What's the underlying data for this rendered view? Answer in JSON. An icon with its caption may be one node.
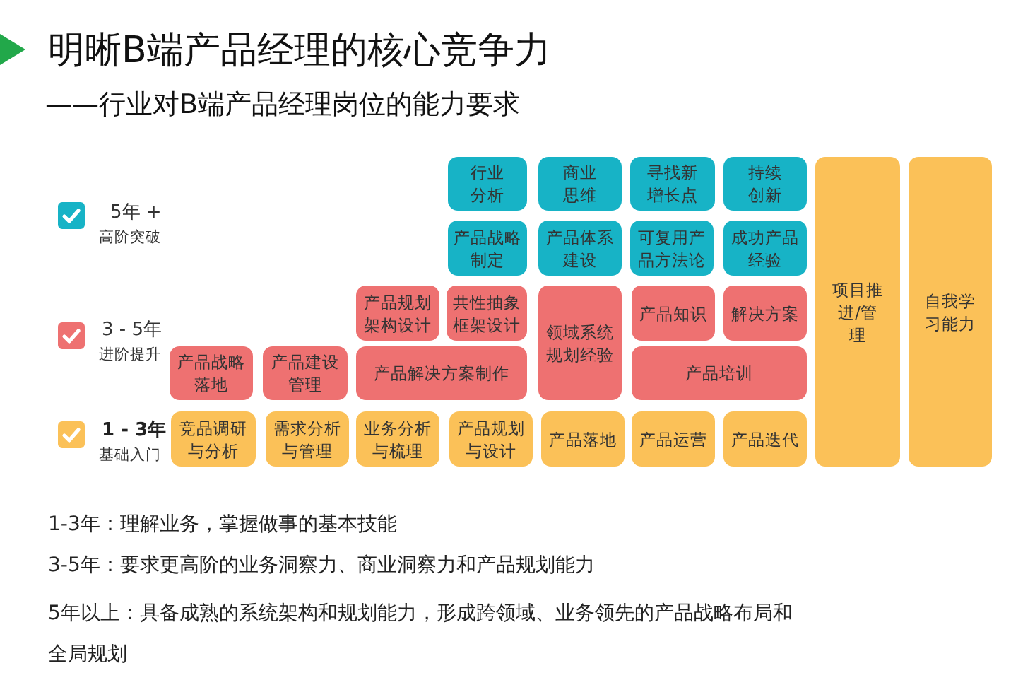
{
  "diagram": {
    "title": "明晰B端产品经理的核心竞争力",
    "nodes": [
      {
        "text": [
          "行业分析"
        ]
      },
      {
        "text": [
          "商业思维"
        ]
      },
      {
        "text": [
          "寻找新增长点"
        ]
      },
      {
        "text": [
          "持续创新"
        ]
      },
      {
        "text": [
          "项目推进/管理"
        ]
      },
      {
        "text": [
          "自我学习能力"
        ]
      },
      {
        "text": [
          "产品战略制定"
        ]
      },
      {
        "text": [
          "产品体系建设"
        ]
      },
      {
        "text": [
          "可复用产品方法论"
        ]
      },
      {
        "text": [
          "成功产品经验"
        ]
      },
      {
        "text": [
          "产品规划架构设计"
        ]
      },
      {
        "text": [
          "共性抽象框架设计"
        ]
      },
      {
        "text": [
          "领域系统规划经验"
        ]
      },
      {
        "text": [
          "产品知识"
        ]
      },
      {
        "text": [
          "解决方案"
        ]
      },
      {
        "text": [
          "产品战略落地"
        ]
      },
      {
        "text": [
          "产品建设管理"
        ]
      },
      {
        "text": [
          "产品解决方案制作"
        ]
      },
      {
        "text": [
          "产品培训"
        ]
      },
      {
        "text": [
          "竞品调研与分析"
        ]
      },
      {
        "text": [
          "需求分析与管理"
        ]
      },
      {
        "text": [
          "业务分析与梳理"
        ]
      },
      {
        "text": [
          "产品规划与设计"
        ]
      },
      {
        "text": [
          "产品落地"
        ]
      },
      {
        "text": [
          "产品运营"
        ]
      },
      {
        "text": [
          "产品迭代"
        ]
      }
    ],
    "labels": [
      "——行业对B端产品经理岗位的能力要求",
      "5年 +",
      "高阶突破",
      "3 - 5年",
      "进阶提升",
      "1 - 3年",
      "基础入门",
      "1-3年：理解业务，掌握做事的基本技能",
      "3-5年：要求更高阶的业务洞察力、商业洞察力和产品规划能力",
      "5年以上：具备成熟的系统架构和规划能力，形成跨领域、业务领先的产品战略布局和全局规划"
    ]
  }
}
